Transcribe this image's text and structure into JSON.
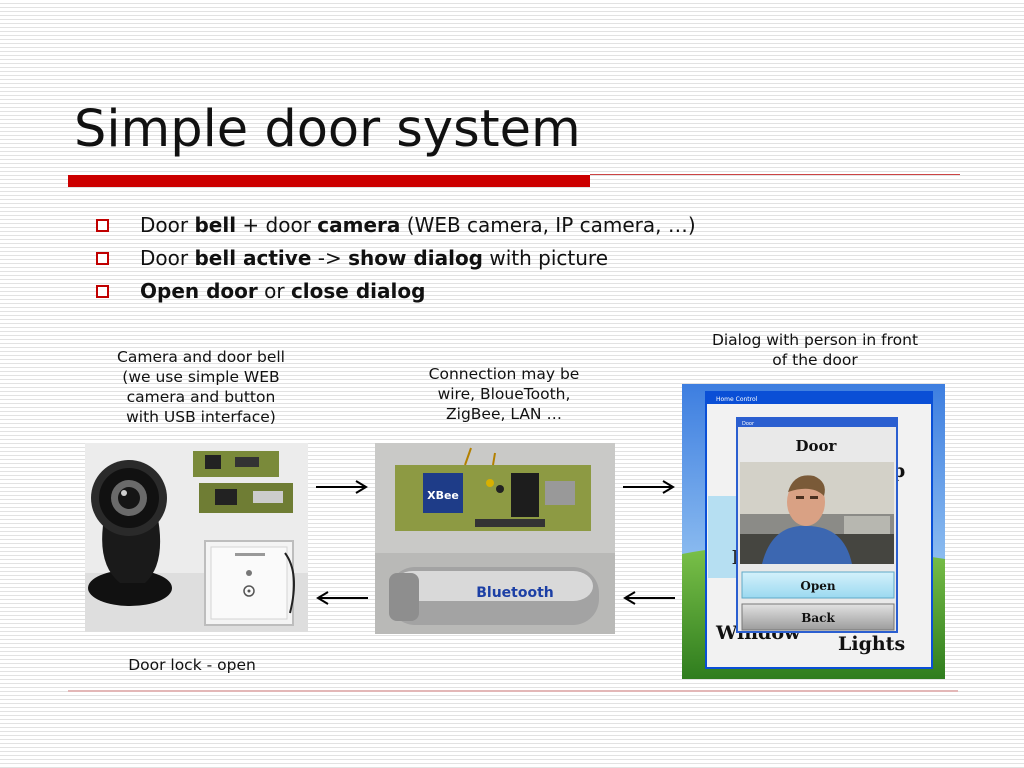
{
  "slide": {
    "title": "Simple door system",
    "bullets": [
      [
        {
          "t": "Door ",
          "b": false
        },
        {
          "t": "bell",
          "b": true
        },
        {
          "t": " + door ",
          "b": false
        },
        {
          "t": "camera",
          "b": true
        },
        {
          "t": " (WEB camera, IP camera, …)",
          "b": false
        }
      ],
      [
        {
          "t": "Door ",
          "b": false
        },
        {
          "t": "bell active",
          "b": true
        },
        {
          "t": " -> ",
          "b": false
        },
        {
          "t": "show dialog",
          "b": true
        },
        {
          "t": " with picture",
          "b": false
        }
      ],
      [
        {
          "t": "Open door",
          "b": true
        },
        {
          "t": " or ",
          "b": false
        },
        {
          "t": "close dialog",
          "b": true
        }
      ]
    ],
    "captions": {
      "camera": [
        "Camera and door bell",
        "(we use simple WEB",
        "camera and button",
        "with USB interface)"
      ],
      "connection": [
        "Connection may be",
        "wire, BloueTooth,",
        "ZigBee, LAN …"
      ],
      "dialog": [
        "Dialog with person in front",
        "of the door"
      ],
      "lock": "Door lock - open"
    },
    "photo_text": {
      "xbee_label": "XBee",
      "bluetooth_label": "Bluetooth"
    },
    "screenshot": {
      "window_title": "Home Control",
      "dialog_title": "Door",
      "dialog_heading": "Door",
      "open_button": "Open",
      "back_button": "Back",
      "tile_window": "Window",
      "tile_lights": "Lights"
    }
  },
  "colors": {
    "accent_red": "#cc0000",
    "bullet_box": "#c00000",
    "xp_blue": "#0a4fd6",
    "xp_grass": "#3f9a2a"
  }
}
